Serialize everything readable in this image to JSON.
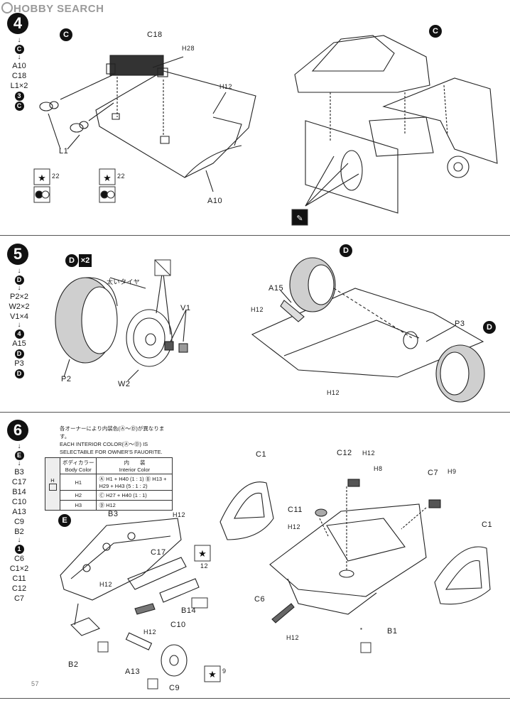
{
  "watermark": "HOBBY SEARCH",
  "steps": [
    {
      "number": "4",
      "sequence": [
        "C",
        "A10",
        "C18",
        "L1×2",
        "3",
        "C"
      ],
      "part_labels": {
        "c18": "C18",
        "h28": "H28",
        "h12": "H12",
        "l1": "L1",
        "a10": "A10",
        "paint_no": "22",
        "paint_no_2": "22"
      },
      "badges": [
        "C",
        "C"
      ]
    },
    {
      "number": "5",
      "sequence": [
        "D",
        "P2×2",
        "W2×2",
        "V1×4",
        "4",
        "A15",
        "D",
        "P3",
        "D"
      ],
      "part_labels": {
        "d_x2": "×2",
        "tyre_note": "太いタイヤ",
        "v1": "V1",
        "p2": "P2",
        "w2": "W2",
        "a15": "A15",
        "h12a": "H12",
        "h12b": "H12",
        "p3": "P3"
      },
      "badges": [
        "D",
        "D",
        "D"
      ]
    },
    {
      "number": "6",
      "sequence": [
        "E",
        "B3",
        "C17",
        "B14",
        "C10",
        "A13",
        "C9",
        "B2",
        "1",
        "C6",
        "C1×2",
        "C11",
        "C12",
        "C7"
      ],
      "part_labels": {
        "b3": "B3",
        "h12_b3": "H12",
        "c17": "C17",
        "h12_c17": "H12",
        "paint_12": "12",
        "b14": "B14",
        "c10": "C10",
        "h12_c10": "H12",
        "b2": "B2",
        "a13": "A13",
        "c9": "C9",
        "paint_9": "9",
        "c1_left": "C1",
        "c12": "C12",
        "h12_c12": "H12",
        "h8": "H8",
        "c7": "C7",
        "h9": "H9",
        "c11": "C11",
        "h12_c11": "H12",
        "c1_right": "C1",
        "c6": "C6",
        "h12_c6": "H12",
        "b1": "B1"
      },
      "badges": [
        "E"
      ]
    }
  ],
  "interior_note": {
    "jp": "各オーナーにより内装色(Ⓐ〜Ⓓ)が異なります。",
    "en1": "EACH INTERIOR COLOR(Ⓐ〜Ⓓ) IS",
    "en2": "SELECTABLE FOR OWNER'S FAUORITE."
  },
  "color_table": {
    "h_mark": "H",
    "header_body_jp": "ボディカラー",
    "header_body_en": "Body Color",
    "header_int_jp": "内　　装",
    "header_int_en": "Interior Color",
    "rows": [
      {
        "body": "H1",
        "interior": "Ⓐ H1 + H40 (1 : 1)  Ⓑ H13 + H29 + H43 (5 : 1 : 2)"
      },
      {
        "body": "H2",
        "interior": "Ⓒ H27 + H40 (1 : 1)"
      },
      {
        "body": "H3",
        "interior": "Ⓓ H12"
      }
    ]
  },
  "footer_mark": "57"
}
